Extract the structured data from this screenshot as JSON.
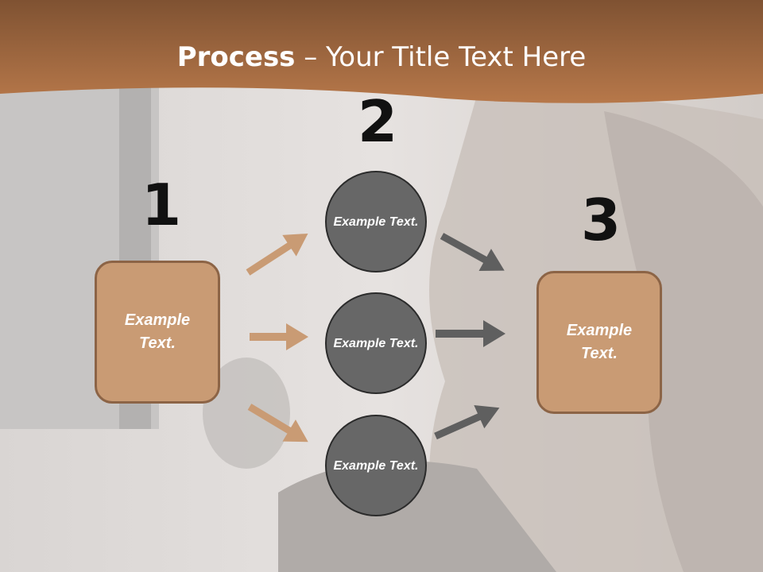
{
  "title": {
    "bold": "Process",
    "rest": " – Your Title Text Here"
  },
  "steps": [
    {
      "number": "1",
      "text": "Example Text."
    },
    {
      "number": "2",
      "items": [
        "Example Text.",
        "Example Text.",
        "Example Text."
      ]
    },
    {
      "number": "3",
      "text": "Example Text."
    }
  ],
  "colors": {
    "banner": "#a8693c",
    "box_fill": "#c99b74",
    "box_border": "#8c6446",
    "circle_fill": "#676767",
    "arrow_left": "#c99b74",
    "arrow_right": "#5f5f5f"
  }
}
